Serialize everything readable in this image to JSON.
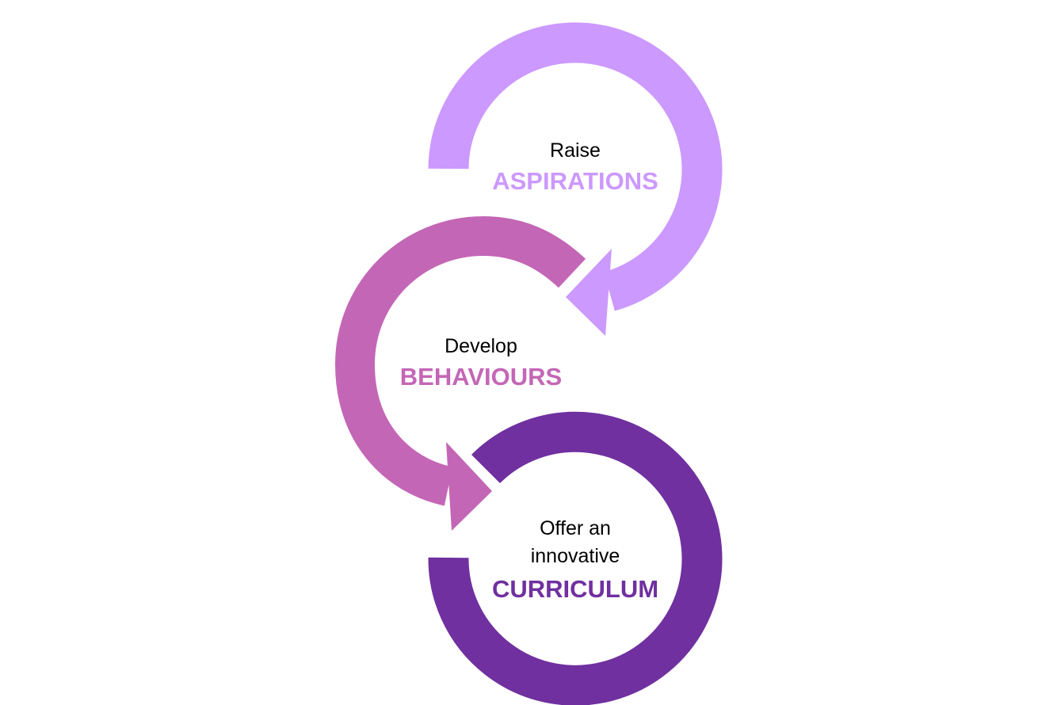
{
  "colors": {
    "aspirations": "#CC99FF",
    "behaviours": "#C466B6",
    "curriculum": "#70309F"
  },
  "steps": [
    {
      "lead": "Raise",
      "keyword": "ASPIRATIONS"
    },
    {
      "lead": "Develop",
      "keyword": "BEHAVIOURS"
    },
    {
      "lead_line1": "Offer an",
      "lead_line2": "innovative",
      "keyword": "CURRICULUM"
    }
  ]
}
